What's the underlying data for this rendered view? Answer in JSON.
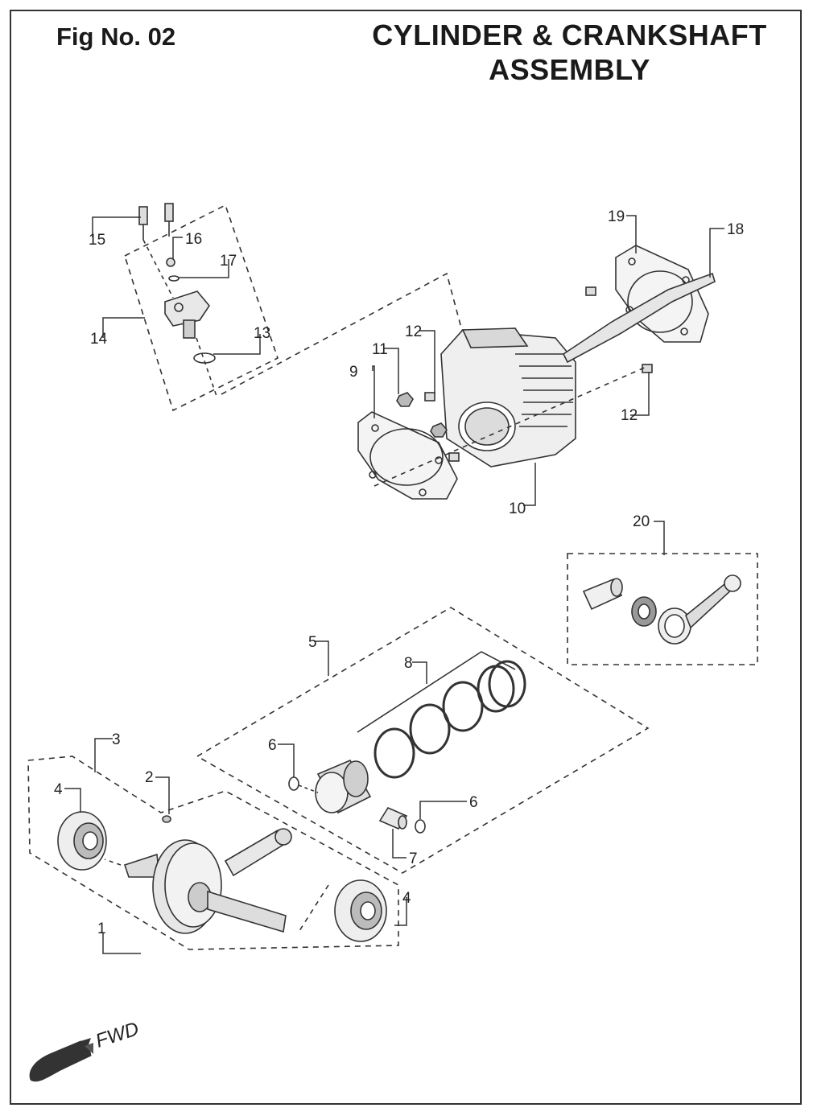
{
  "header": {
    "fig_no": "Fig No. 02",
    "title_line1": "CYLINDER & CRANKSHAFT",
    "title_line2": "ASSEMBLY"
  },
  "labels": {
    "p1": "1",
    "p2": "2",
    "p3": "3",
    "p4a": "4",
    "p4b": "4",
    "p5": "5",
    "p6a": "6",
    "p6b": "6",
    "p7": "7",
    "p8": "8",
    "p9": "9",
    "p10": "10",
    "p11": "11",
    "p12a": "12",
    "p12b": "12",
    "p13": "13",
    "p14": "14",
    "p15": "15",
    "p16": "16",
    "p17": "17",
    "p18": "18",
    "p19": "19",
    "p20": "20"
  },
  "direction": {
    "fwd": "FWD"
  },
  "colors": {
    "line": "#333333",
    "fill": "#ffffff",
    "shade": "#bdbdbd",
    "dark": "#555555"
  }
}
